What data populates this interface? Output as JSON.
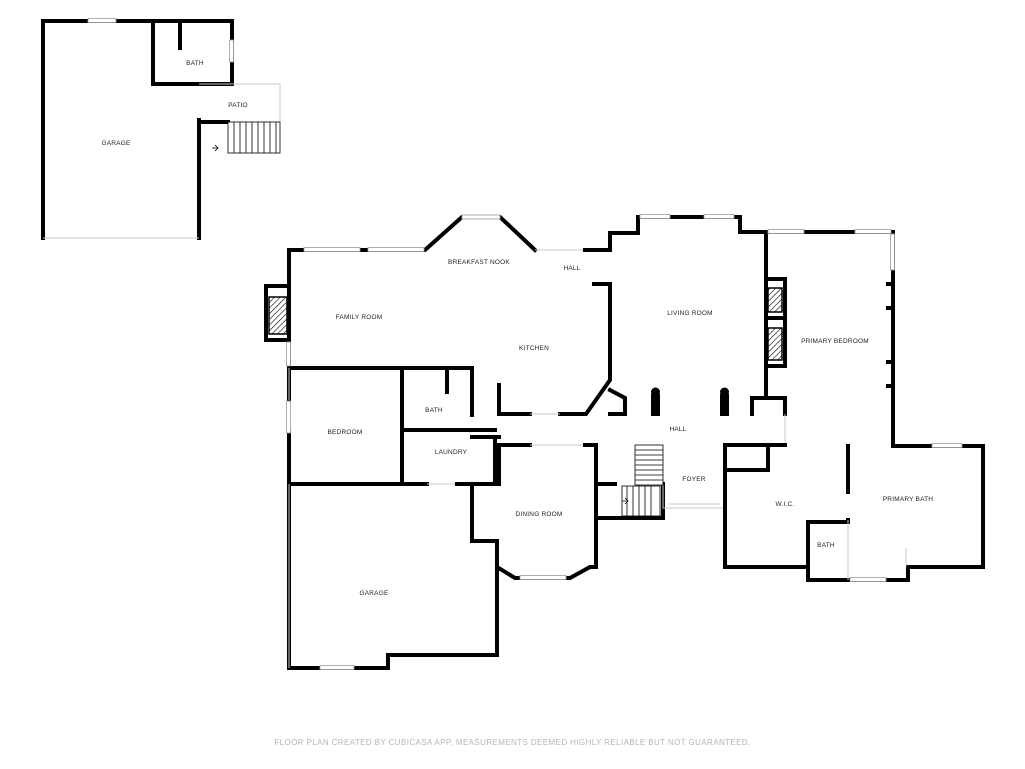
{
  "rooms": {
    "garage_top": "GARAGE",
    "bath_top": "BATH",
    "patio": "PATIO",
    "breakfast_nook": "BREAKFAST NOOK",
    "hall_upper": "HALL",
    "family_room": "FAMILY ROOM",
    "kitchen": "KITCHEN",
    "living_room": "LIVING ROOM",
    "primary_bedroom": "PRIMARY BEDROOM",
    "bath_mid": "BATH",
    "bedroom": "BEDROOM",
    "hall_lower": "HALL",
    "laundry": "LAUNDRY",
    "foyer": "FOYER",
    "wic": "W.I.C.",
    "primary_bath": "PRIMARY BATH",
    "dining_room": "DINING ROOM",
    "bath_lower": "BATH",
    "garage_main": "GARAGE"
  },
  "footer": "FLOOR PLAN CREATED BY CUBICASA APP. MEASUREMENTS DEEMED HIGHLY RELIABLE BUT NOT GUARANTEED."
}
